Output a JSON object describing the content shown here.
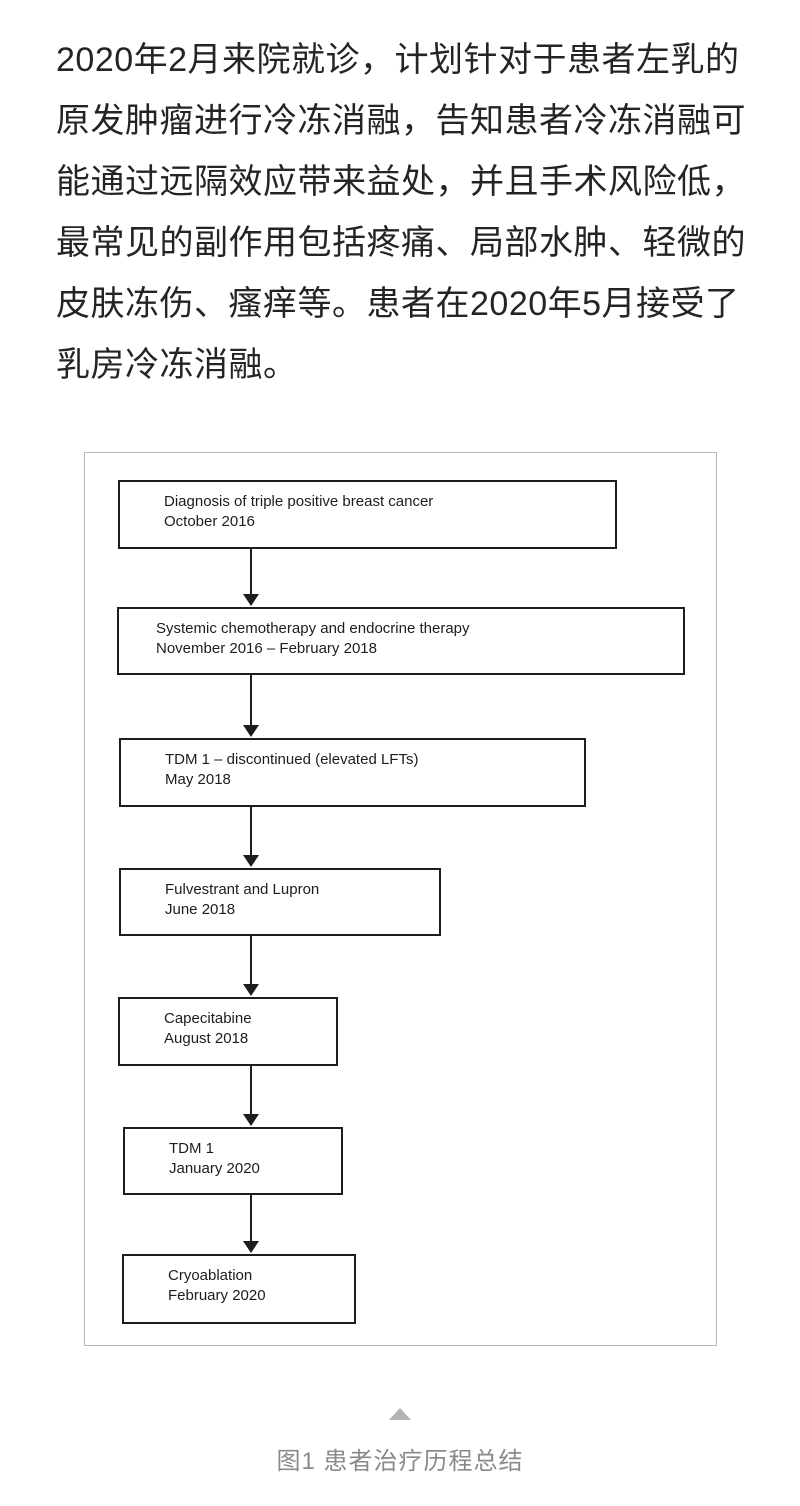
{
  "paragraph": {
    "lines": [
      "2020年2月来院就诊，计划针对于患者左乳的",
      "原发肿瘤进行冷冻消融，告知患者冷冻消融可",
      "能通过远隔效应带来益处，并且手术风险低，",
      "最常见的副作用包括疼痛、局部水肿、轻微的",
      "皮肤冻伤、瘙痒等。患者在2020年5月接受了",
      "乳房冷冻消融。"
    ]
  },
  "flowchart": {
    "steps": [
      {
        "title": "Diagnosis of triple positive breast cancer",
        "date": "October 2016"
      },
      {
        "title": "Systemic chemotherapy and endocrine therapy",
        "date": "November 2016 – February 2018"
      },
      {
        "title": "TDM 1 – discontinued (elevated LFTs)",
        "date": "May 2018"
      },
      {
        "title": "Fulvestrant and Lupron",
        "date": "June 2018"
      },
      {
        "title": "Capecitabine",
        "date": "August 2018"
      },
      {
        "title": "TDM 1",
        "date": "January 2020"
      },
      {
        "title": "Cryoablation",
        "date": "February 2020"
      }
    ]
  },
  "marker_icon": "triangle-up",
  "caption": {
    "text": "图1 患者治疗历程总结"
  },
  "colors": {
    "paragraph_text": "#242424",
    "box_border": "#1d1d1d",
    "figure_border": "#b7b7b7",
    "marker_gray": "#b2b2b2",
    "caption_gray": "#8a8a8a",
    "background": "#ffffff"
  }
}
